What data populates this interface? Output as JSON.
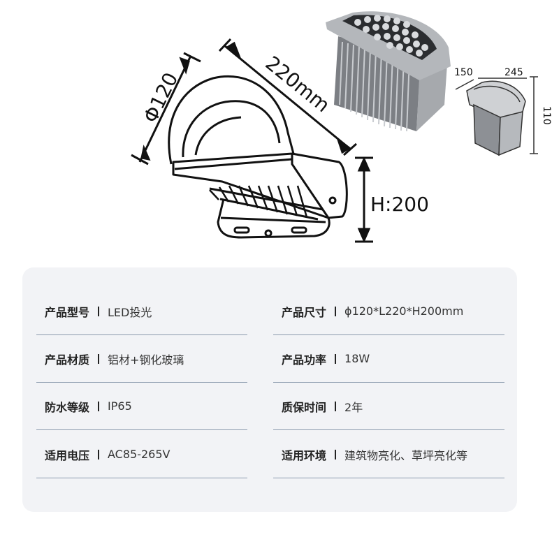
{
  "dimensions": {
    "diameter_label": "Φ120",
    "length_label": "220mm",
    "height_label": "H:200",
    "small_w1": "150",
    "small_w2": "245",
    "small_h": "110"
  },
  "specs": {
    "left": [
      {
        "label": "产品型号",
        "value": "LED投光"
      },
      {
        "label": "产品材质",
        "value": "铝材+钢化玻璃"
      },
      {
        "label": "防水等级",
        "value": "IP65"
      },
      {
        "label": "适用电压",
        "value": "AC85-265V"
      }
    ],
    "right": [
      {
        "label": "产品尺寸",
        "value": "ϕ120*L220*H200mm"
      },
      {
        "label": "产品功率",
        "value": "18W"
      },
      {
        "label": "质保时间",
        "value": "2年"
      },
      {
        "label": "适用环境",
        "value": "建筑物亮化、草坪亮化等"
      }
    ]
  }
}
